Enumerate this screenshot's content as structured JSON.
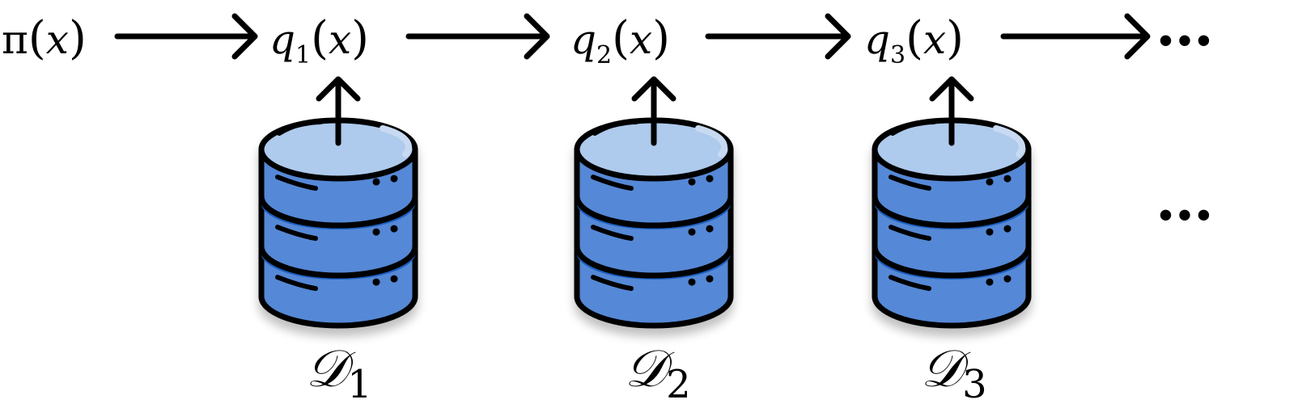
{
  "chain": {
    "source": {
      "func": "π",
      "arg": "x"
    },
    "stages": [
      {
        "func": "q",
        "sub": "1",
        "arg": "x"
      },
      {
        "func": "q",
        "sub": "2",
        "arg": "x"
      },
      {
        "func": "q",
        "sub": "3",
        "arg": "x"
      }
    ],
    "continuation": "…"
  },
  "datasets": [
    {
      "symbol": "𝒟",
      "sub": "1"
    },
    {
      "symbol": "𝒟",
      "sub": "2"
    },
    {
      "symbol": "𝒟",
      "sub": "3"
    }
  ],
  "dataset_continuation": "…",
  "colors": {
    "stroke": "#000000",
    "db_top": "#aecaec",
    "db_top_highlight": "#c7daf2",
    "db_body": "#5588d6",
    "db_body_dark": "#3f74c4",
    "db_band": "#1a5fbf",
    "db_shadow": "#d9d9d9"
  },
  "icons": [
    "arrow-right-icon",
    "arrow-up-icon",
    "database-icon",
    "ellipsis-icon"
  ]
}
